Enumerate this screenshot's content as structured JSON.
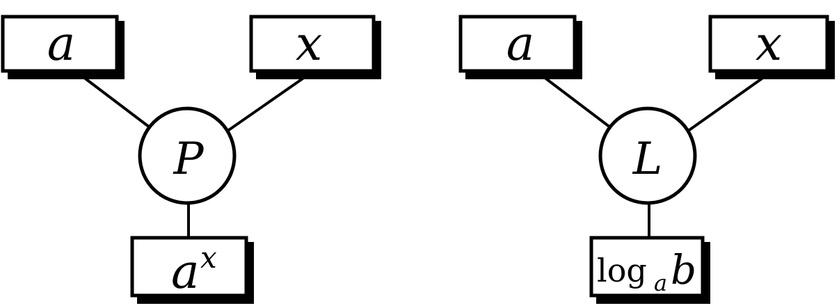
{
  "left": {
    "input_a": "a",
    "input_x": "x",
    "operator": "P",
    "output_base": "a",
    "output_exponent": "x"
  },
  "right": {
    "input_a": "a",
    "input_x": "x",
    "operator": "L",
    "output_log": "log",
    "output_subscript": "a",
    "output_argument": "b"
  }
}
